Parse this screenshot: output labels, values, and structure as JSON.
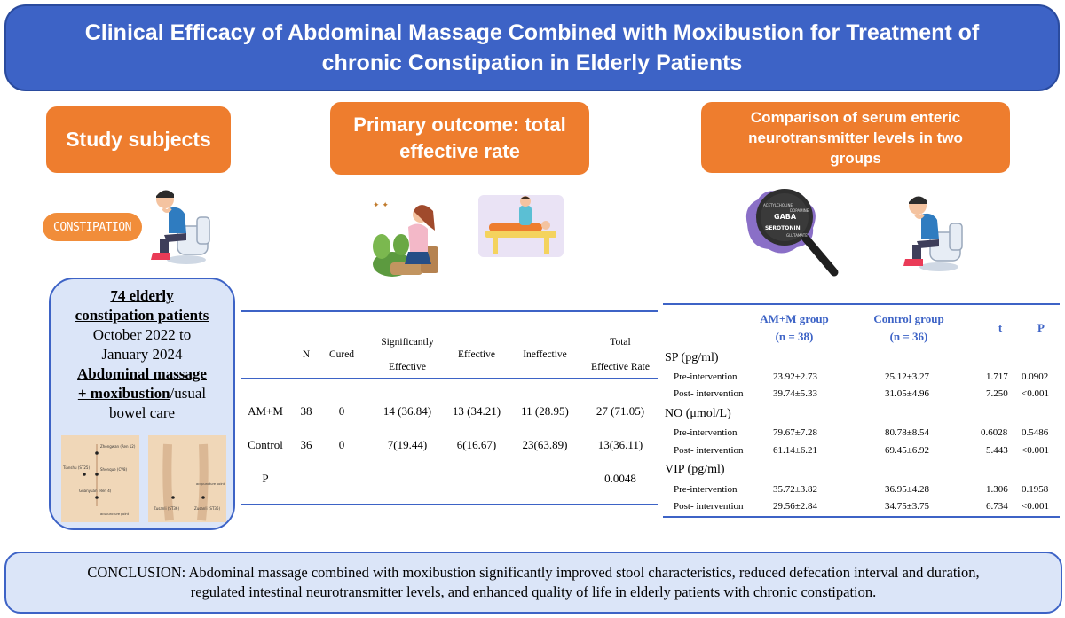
{
  "title": {
    "line1": "Clinical Efficacy of Abdominal Massage Combined with Moxibustion for Treatment of",
    "line2": "chronic Constipation in Elderly Patients"
  },
  "sections": {
    "study_subjects": "Study subjects",
    "primary_outcome": "Primary outcome: total effective rate",
    "comparison": "Comparison of serum enteric neurotransmitter levels in two groups"
  },
  "badge": "CONSTIPATION",
  "brain_words": [
    "GABA",
    "SEROTONIN",
    "ACETYLCHOLINE",
    "DOPAMINE",
    "GLUTAMATE"
  ],
  "subjects": {
    "count_line1": "74 elderly",
    "count_line2": "constipation patients",
    "period_line1": "October 2022 to",
    "period_line2": "January 2024",
    "intervention_line1": "Abdominal massage",
    "intervention_line2": "+ moxibustion",
    "intervention_suffix": "/usual",
    "intervention_line3": "bowel care"
  },
  "acupoints": {
    "zhongwan": "Zhongwan (Ren 12)",
    "tianshu": "Tianshu (ST25)",
    "shenque": "Shenque (CV8)",
    "guanyuan": "Guanyuan (Ren 4)",
    "legend_abd": "acupuncture point",
    "zusanli_l": "Zusanli (ST36)",
    "zusanli_r": "Zusanli (ST36)",
    "legend_leg": "acupuncture point"
  },
  "effect_table": {
    "headers": {
      "n": "N",
      "cured": "Cured",
      "sig1": "Significantly",
      "sig2": "Effective",
      "effective": "Effective",
      "ineffective": "Ineffective",
      "total1": "Total",
      "total2": "Effective Rate"
    },
    "rows": [
      {
        "group": "AM+M",
        "n": "38",
        "cured": "0",
        "sig": "14 (36.84)",
        "effective": "13 (34.21)",
        "ineffective": "11 (28.95)",
        "total": "27 (71.05)"
      },
      {
        "group": "Control",
        "n": "36",
        "cured": "0",
        "sig": "7(19.44)",
        "effective": "6(16.67)",
        "ineffective": "23(63.89)",
        "total": "13(36.11)"
      }
    ],
    "p_label": "P",
    "p_value": "0.0048"
  },
  "neuro_table": {
    "headers": {
      "am1": "AM+M group",
      "am2": "(n = 38)",
      "ctl1": "Control group",
      "ctl2": "(n = 36)",
      "t": "t",
      "p": "P"
    },
    "sections": [
      {
        "name": "SP (pg/ml)",
        "rows": [
          {
            "label": "Pre-intervention",
            "am": "23.92±2.73",
            "ctl": "25.12±3.27",
            "t": "1.717",
            "p": "0.0902"
          },
          {
            "label": "Post- intervention",
            "am": "39.74±5.33",
            "ctl": "31.05±4.96",
            "t": "7.250",
            "p": "<0.001"
          }
        ]
      },
      {
        "name": "NO (μmol/L)",
        "rows": [
          {
            "label": "Pre-intervention",
            "am": "79.67±7.28",
            "ctl": "80.78±8.54",
            "t": "0.6028",
            "p": "0.5486"
          },
          {
            "label": "Post- intervention",
            "am": "61.14±6.21",
            "ctl": "69.45±6.92",
            "t": "5.443",
            "p": "<0.001"
          }
        ]
      },
      {
        "name": "VIP (pg/ml)",
        "rows": [
          {
            "label": "Pre-intervention",
            "am": "35.72±3.82",
            "ctl": "36.95±4.28",
            "t": "1.306",
            "p": "0.1958"
          },
          {
            "label": "Post- intervention",
            "am": "29.56±2.84",
            "ctl": "34.75±3.75",
            "t": "6.734",
            "p": "<0.001"
          }
        ]
      }
    ]
  },
  "conclusion": {
    "line1": "CONCLUSION: Abdominal massage combined with moxibustion significantly improved stool characteristics, reduced defecation interval and duration,",
    "line2": "regulated intestinal neurotransmitter levels, and enhanced quality of life in elderly patients with chronic constipation."
  },
  "colors": {
    "banner_blue": "#3d63c6",
    "accent_orange": "#ee7d2e",
    "panel_light_blue": "#dbe5f8"
  }
}
